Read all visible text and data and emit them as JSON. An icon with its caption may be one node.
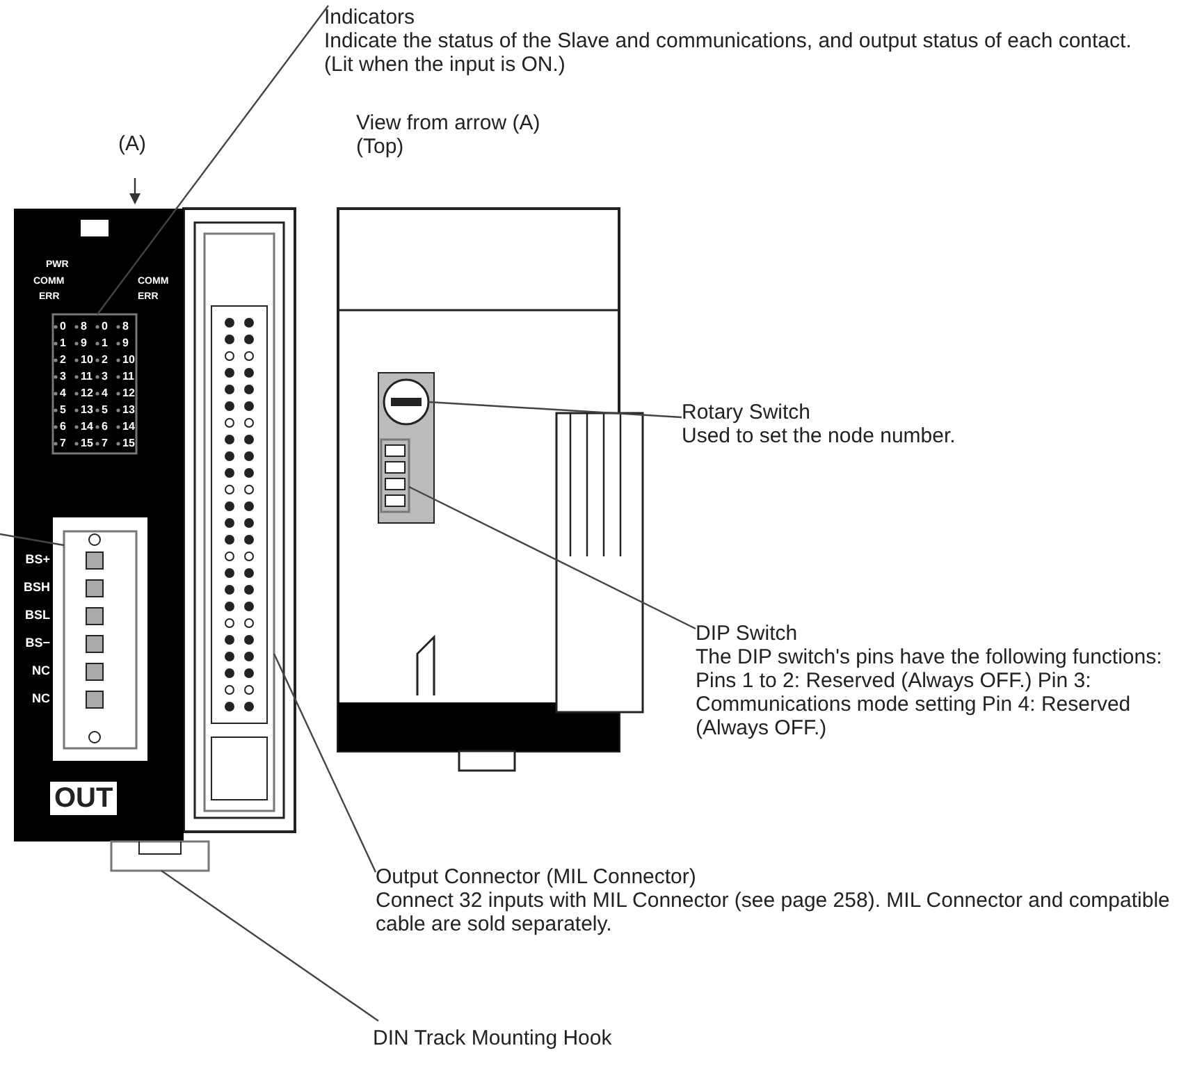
{
  "diagram": {
    "nodes": [
      {
        "text": [
          "Indicators",
          "Indicate the status of the Slave and communications, and output status of each contact. (Lit when the input is ON.)"
        ]
      },
      {
        "text": [],
        "shape": "box"
      },
      {
        "text": [
          "Rotary Switch",
          "Used to set the node number."
        ]
      },
      {
        "text": [],
        "shape": "circle"
      },
      {
        "text": [
          "DIP Switch",
          "The DIP switch's pins have the following functions: Pins 1 to 2: Reserved (Always OFF.) Pin 3: Communications mode setting Pin 4: Reserved (Always OFF.)"
        ]
      },
      {
        "text": [],
        "shape": "box"
      },
      {
        "text": [
          "Output Connector (MIL Connector)",
          "Connect 32 inputs with MIL Connector (see page 258). MIL Connector and compatible cable are sold separately."
        ]
      },
      {
        "text": [],
        "shape": "box"
      },
      {
        "text": [
          "DIN Track Mounting Hook"
        ]
      },
      {
        "text": [],
        "shape": "box"
      },
      {
        "text": [],
        "shape": "box",
        "beside": [
          "BS+",
          "BSH",
          "BSL",
          "BS−",
          "NC",
          "NC"
        ]
      }
    ],
    "edges": [
      {
        "from": 0,
        "to": 1,
        "arrow": "none"
      },
      {
        "from": 2,
        "to": 3,
        "arrow": "none"
      },
      {
        "from": 4,
        "to": 5,
        "arrow": "none"
      },
      {
        "from": 6,
        "to": 7,
        "arrow": "none"
      },
      {
        "from": 8,
        "to": 9,
        "arrow": "none"
      },
      {
        "from": null,
        "to": 10,
        "arrow": "none"
      }
    ],
    "labels": [
      "(A)",
      "View from arrow (A)",
      "(Top)",
      "PWR",
      "COMM",
      "ERR",
      "COMM",
      "ERR",
      "0",
      "8",
      "0",
      "8",
      "1",
      "9",
      "1",
      "9",
      "2",
      "10",
      "2",
      "10",
      "3",
      "11",
      "3",
      "11",
      "4",
      "12",
      "4",
      "12",
      "5",
      "13",
      "5",
      "13",
      "6",
      "14",
      "6",
      "14",
      "7",
      "15",
      "7",
      "15",
      "OUT"
    ]
  }
}
